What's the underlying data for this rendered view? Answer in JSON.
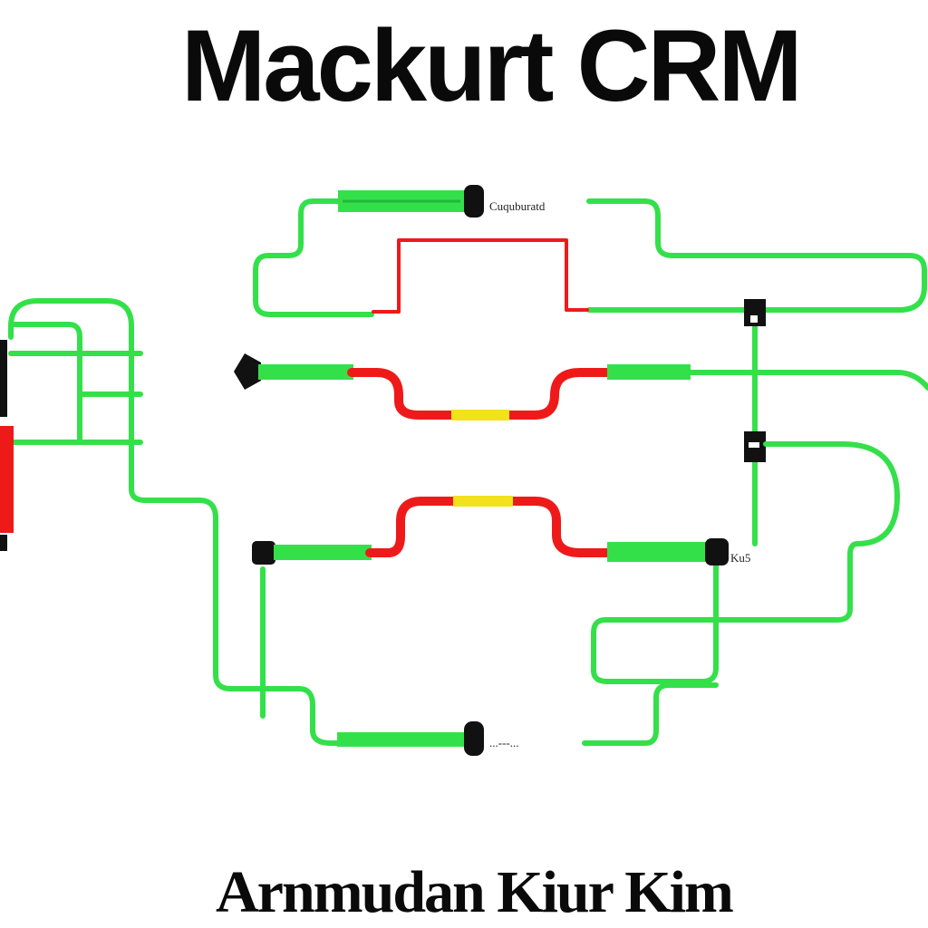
{
  "title": "Mackurt CRM",
  "footer": "Arnmudan Kiur Kim",
  "colors": {
    "wire_green": "#34e04a",
    "wire_red": "#ee1a1a",
    "highlight_yellow": "#f2e21c",
    "connector": "#111111",
    "text": "#0a0a0a"
  },
  "labels": {
    "connector_top": "Cuquburatd",
    "connector_bottom": "...---...",
    "connector_right": "Ku5"
  }
}
